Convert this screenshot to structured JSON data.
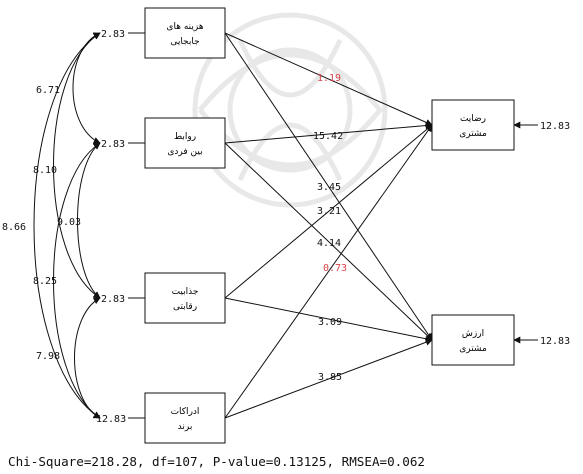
{
  "exogenous": [
    {
      "id": "switching-costs",
      "line1": "هزینه های",
      "line2": "جابجایی",
      "variance": "2.83"
    },
    {
      "id": "interpersonal",
      "line1": "روابط",
      "line2": "بین فردی",
      "variance": "2.83"
    },
    {
      "id": "competitive-attraction",
      "line1": "جذابیت",
      "line2": "رقابتی",
      "variance": "2.83"
    },
    {
      "id": "brand-perception",
      "line1": "ادراکات",
      "line2": "برند",
      "variance": "12.83"
    }
  ],
  "endogenous": [
    {
      "id": "customer-satisfaction",
      "line1": "رضایت",
      "line2": "مشتری",
      "error": "12.83"
    },
    {
      "id": "customer-value",
      "line1": "ارزش",
      "line2": "مشتری",
      "error": "12.83"
    }
  ],
  "covariances": [
    {
      "id": "cov-1-2",
      "value": "6.71"
    },
    {
      "id": "cov-1-3",
      "value": "8.10"
    },
    {
      "id": "cov-2-3",
      "value": "9.03"
    },
    {
      "id": "cov-1-4",
      "value": "8.66"
    },
    {
      "id": "cov-2-4",
      "value": "8.25"
    },
    {
      "id": "cov-3-4",
      "value": "7.98"
    }
  ],
  "paths": [
    {
      "id": "p-sc-sat",
      "value": "1.19",
      "color": "#d9434a"
    },
    {
      "id": "p-ip-sat",
      "value": "15.42",
      "color": "#111111"
    },
    {
      "id": "p-sc-val",
      "value": "3.45",
      "color": "#111111"
    },
    {
      "id": "p-ca-sat",
      "value": "3.21",
      "color": "#111111"
    },
    {
      "id": "p-ip-val",
      "value": "4.14",
      "color": "#111111"
    },
    {
      "id": "p-bp-sat",
      "value": "0.73",
      "color": "#d9434a"
    },
    {
      "id": "p-ca-val",
      "value": "3.09",
      "color": "#111111"
    },
    {
      "id": "p-bp-val",
      "value": "3.85",
      "color": "#111111"
    }
  ],
  "fit_statistics": "Chi-Square=218.28, df=107, P-value=0.13125, RMSEA=0.062"
}
